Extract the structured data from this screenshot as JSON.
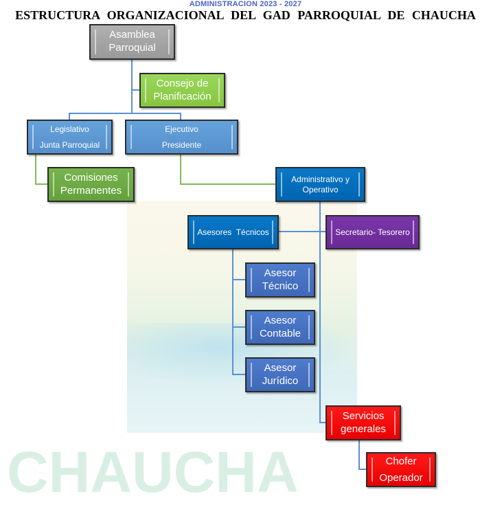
{
  "header": {
    "subtitle": "ADMINISTRACION 2023 - 2027",
    "title": "ESTRUCTURA ORGANIZACIONAL DEL GAD PARROQUIAL DE CHAUCHA"
  },
  "watermark": "CHAUCHA",
  "nodes": {
    "asamblea": [
      "Asamblea",
      "Parroquial"
    ],
    "consejo": [
      "Consejo de",
      "Planificación"
    ],
    "legislativo": [
      "Legislativo",
      "Junta Parroquial"
    ],
    "ejecutivo": [
      "Ejecutivo",
      "Presidente"
    ],
    "comisiones": [
      "Comisiones",
      "Permanentes"
    ],
    "administrativo": [
      "Administrativo y",
      "Operativo"
    ],
    "asesores": [
      "Asesores  Técnicos"
    ],
    "secretario": [
      "Secretario- Tesorero"
    ],
    "asesor_tecnico": [
      "Asesor",
      "Técnico"
    ],
    "asesor_contable": [
      "Asesor",
      "Contable"
    ],
    "asesor_juridico": [
      "Asesor",
      "Jurídico"
    ],
    "servicios": [
      "Servicios",
      "generales"
    ],
    "chofer": [
      "Chofer",
      "Operador"
    ]
  }
}
